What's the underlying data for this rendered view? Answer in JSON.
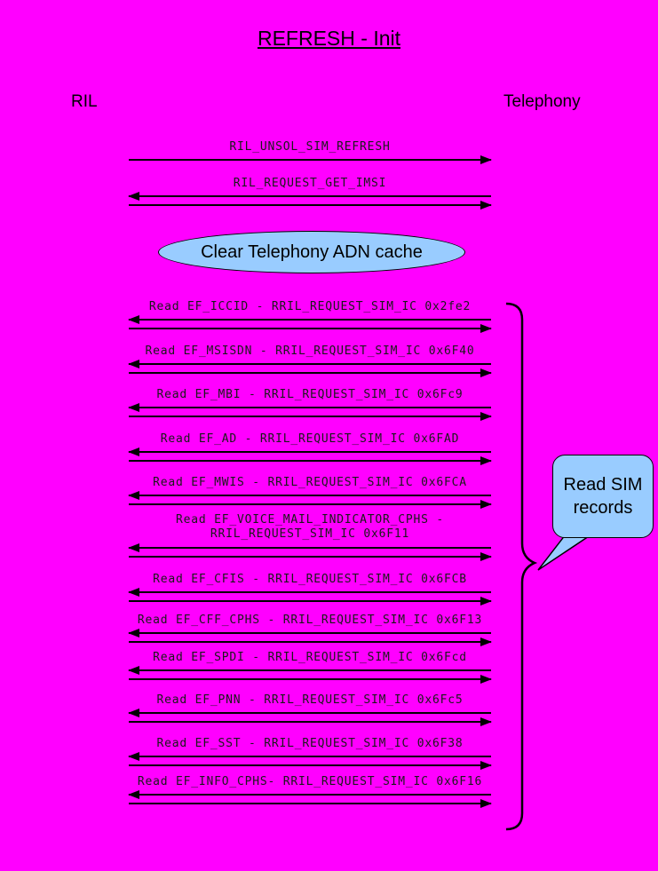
{
  "title": "REFRESH - Init",
  "actors": {
    "left": "RIL",
    "right": "Telephony"
  },
  "note": {
    "label": "Clear Telephony ADN cache"
  },
  "callout": {
    "label": "Read SIM records"
  },
  "messages": [
    {
      "label": "RIL_UNSOL_SIM_REFRESH",
      "direction": "right"
    },
    {
      "label": "RIL_REQUEST_GET_IMSI",
      "direction": "both"
    },
    {
      "label": "Read EF_ICCID - RRIL_REQUEST_SIM_IC 0x2fe2",
      "direction": "both"
    },
    {
      "label": "Read EF_MSISDN - RRIL_REQUEST_SIM_IC 0x6F40",
      "direction": "both"
    },
    {
      "label": "Read EF_MBI - RRIL_REQUEST_SIM_IC 0x6Fc9",
      "direction": "both"
    },
    {
      "label": "Read EF_AD - RRIL_REQUEST_SIM_IC 0x6FAD",
      "direction": "both"
    },
    {
      "label": "Read EF_MWIS - RRIL_REQUEST_SIM_IC 0x6FCA",
      "direction": "both"
    },
    {
      "label": "Read EF_VOICE_MAIL_INDICATOR_CPHS - RRIL_REQUEST_SIM_IC 0x6F11",
      "direction": "both"
    },
    {
      "label": "Read EF_CFIS - RRIL_REQUEST_SIM_IC 0x6FCB",
      "direction": "both"
    },
    {
      "label": "Read EF_CFF_CPHS - RRIL_REQUEST_SIM_IC 0x6F13",
      "direction": "both"
    },
    {
      "label": "Read EF_SPDI - RRIL_REQUEST_SIM_IC 0x6Fcd",
      "direction": "both"
    },
    {
      "label": "Read EF_PNN - RRIL_REQUEST_SIM_IC 0x6Fc5",
      "direction": "both"
    },
    {
      "label": "Read EF_SST - RRIL_REQUEST_SIM_IC 0x6F38",
      "direction": "both"
    },
    {
      "label": "Read EF_INFO_CPHS- RRIL_REQUEST_SIM_IC 0x6F16",
      "direction": "both"
    }
  ]
}
